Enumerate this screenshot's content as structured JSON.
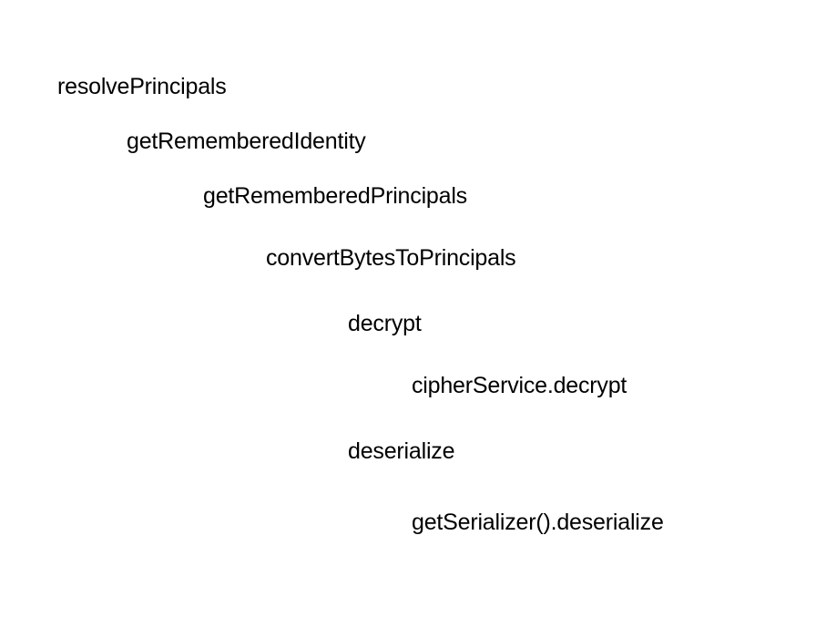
{
  "call_tree": {
    "nodes": [
      {
        "label": "resolvePrincipals",
        "depth": 0
      },
      {
        "label": "getRememberedIdentity",
        "depth": 1
      },
      {
        "label": "getRememberedPrincipals",
        "depth": 2
      },
      {
        "label": "convertBytesToPrincipals",
        "depth": 3
      },
      {
        "label": "decrypt",
        "depth": 4
      },
      {
        "label": "cipherService.decrypt",
        "depth": 5
      },
      {
        "label": "deserialize",
        "depth": 4
      },
      {
        "label": "getSerializer().deserialize",
        "depth": 5
      }
    ]
  }
}
